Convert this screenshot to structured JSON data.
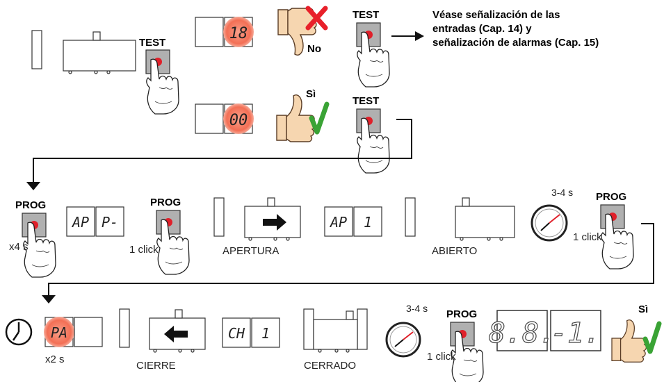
{
  "labels": {
    "test": "TEST",
    "prog": "PROG",
    "no": "No",
    "si": "Sì",
    "note_line1": "Véase señalización de las",
    "note_line2": "entradas (Cap. 14) y",
    "note_line3": "señalización de alarmas (Cap. 15)",
    "x4s": "x4 s",
    "x2s": "x2 s",
    "click": "1 click",
    "time": "3-4 s",
    "apertura": "APERTURA",
    "abierto": "ABIERTO",
    "cierre": "CIERRE",
    "cerrado": "CERRADO"
  },
  "displays": {
    "err": "18",
    "ok": "00",
    "ap": "AP",
    "p": "P-",
    "ap2": "AP",
    "one": "1",
    "pa": "PA",
    "ch": "CH",
    "one2": "1",
    "big1": "8.8.",
    "big2": "-1."
  },
  "colors": {
    "red_x": "#e8202a",
    "green_check": "#3aa335",
    "led_glow": "#f36f55",
    "button_red": "#e0202a",
    "button_gray": "#b0b0b0",
    "skin": "#f6d6b0",
    "arrow_black": "#111111"
  }
}
